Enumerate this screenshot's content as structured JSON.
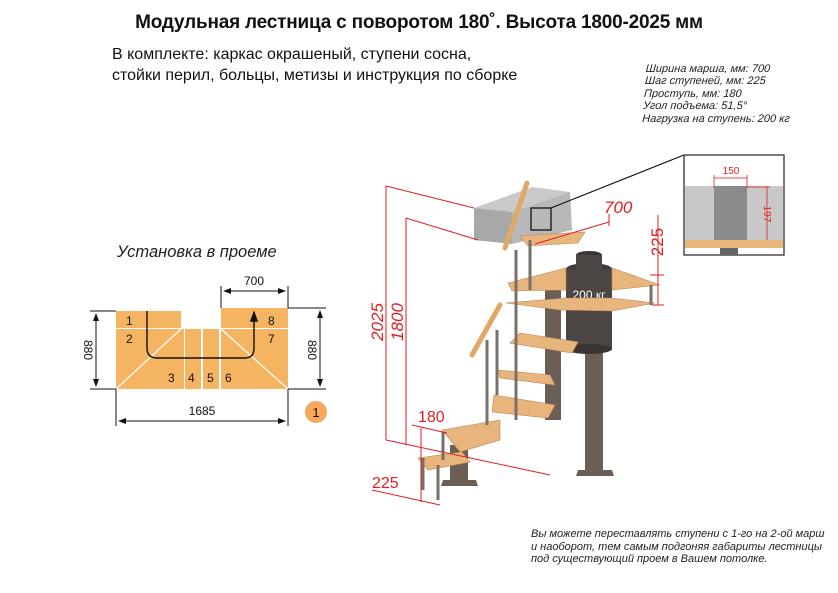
{
  "title": "Модульная лестница с поворотом 180˚. Высота 1800-2025 мм",
  "kit": {
    "lines": [
      "В комплекте: каркас окрашеный, ступени сосна,",
      "стойки перил, больцы, метизы и инструкция по сборке"
    ]
  },
  "specs": [
    "Ширина марша, мм: 700",
    "Шаг ступеней, мм: 225",
    "Проступь, мм: 180",
    "Угол подъема: 51,5°",
    "Нагрузка на ступень: 200 кг"
  ],
  "installation": {
    "title": "Установка в проеме",
    "dims": {
      "width_top": "700",
      "height_left": "880",
      "height_right": "880",
      "total_width": "1685"
    },
    "steps": [
      "1",
      "2",
      "3",
      "4",
      "5",
      "6",
      "7",
      "8"
    ],
    "badge": "1",
    "colors": {
      "step_fill": "#f5b462",
      "badge_fill": "#f7a85a"
    }
  },
  "stair": {
    "dims": {
      "total_height": "2025",
      "min_height": "1800",
      "width": "700",
      "step_pitch": "225",
      "tread": "180",
      "bottom_pitch": "225"
    },
    "weight_label": "200 кг",
    "detail": {
      "bracket_width": "150",
      "bracket_height": "197"
    },
    "colors": {
      "dimension": "#e31e24",
      "wood": "#e8b57c",
      "metal": "#6b5e55"
    }
  },
  "note": [
    "Вы можете переставлять ступени с 1-го на 2-ой марш",
    "и наоборот, тем самым подгоняя габариты лестницы",
    "под существующий проем в Вашем потолке."
  ]
}
